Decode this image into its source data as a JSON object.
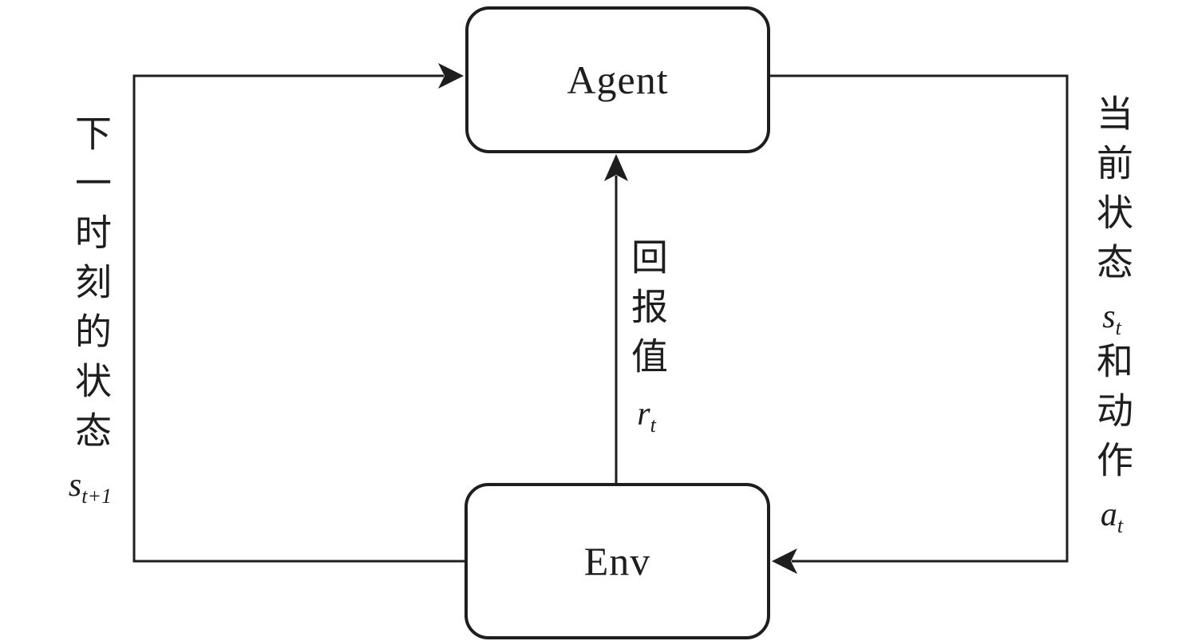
{
  "diagram": {
    "colors": {
      "ink": "#1f1d1e",
      "background": "#ffffff"
    },
    "nodes": {
      "agent": "Agent",
      "env": "Env"
    },
    "labels": {
      "next_state": {
        "text": "下一时刻的状态",
        "symbol": "s",
        "subscript": "t+1"
      },
      "reward": {
        "text": "回报值",
        "symbol": "r",
        "subscript": "t"
      },
      "current_state": {
        "text": "当前状态",
        "symbol": "s",
        "subscript": "t"
      },
      "action": {
        "text": "和动作",
        "symbol": "a",
        "subscript": "t"
      }
    }
  }
}
